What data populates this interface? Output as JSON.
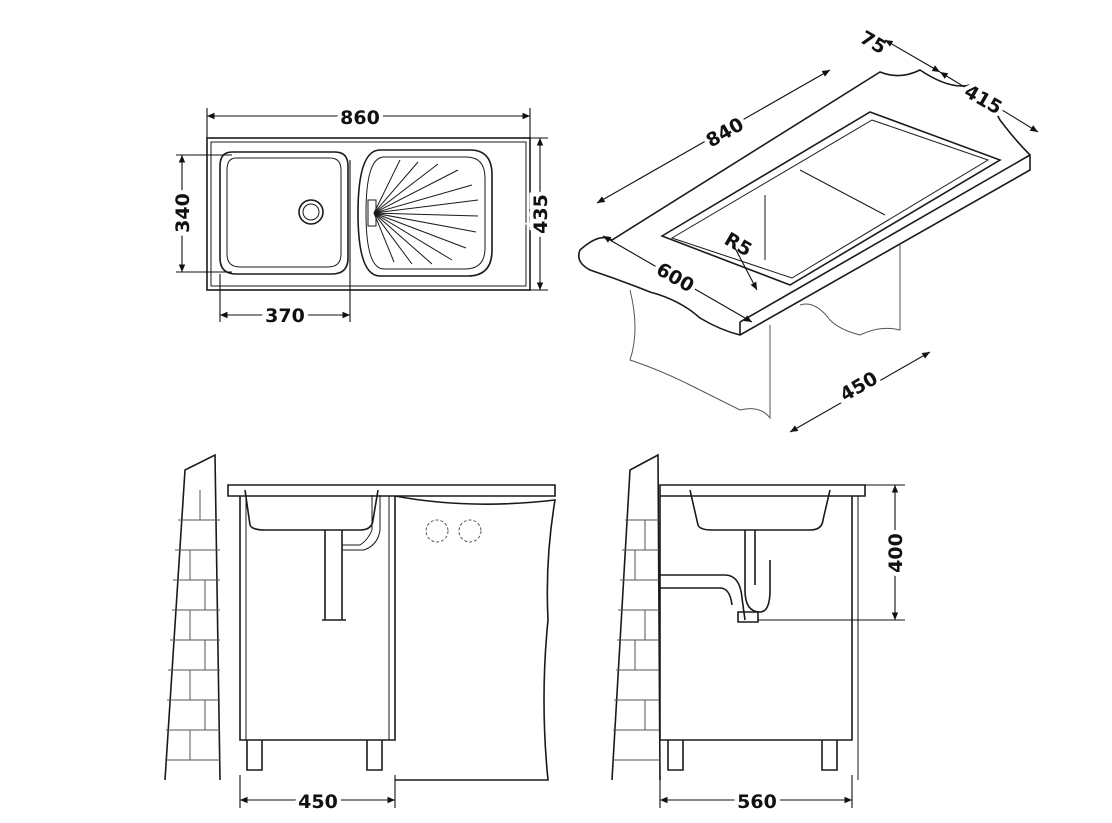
{
  "top_view": {
    "width": "860",
    "bowl_depth": "340",
    "depth": "435",
    "bowl_width": "370"
  },
  "iso_view": {
    "drainer_offset": "75",
    "cabinet_depth_top": "415",
    "length": "840",
    "radius": "R5",
    "width": "600",
    "cabinet_depth": "450"
  },
  "front_left_view": {
    "cabinet_width": "450"
  },
  "front_right_view": {
    "height": "400",
    "cabinet_width": "560"
  }
}
